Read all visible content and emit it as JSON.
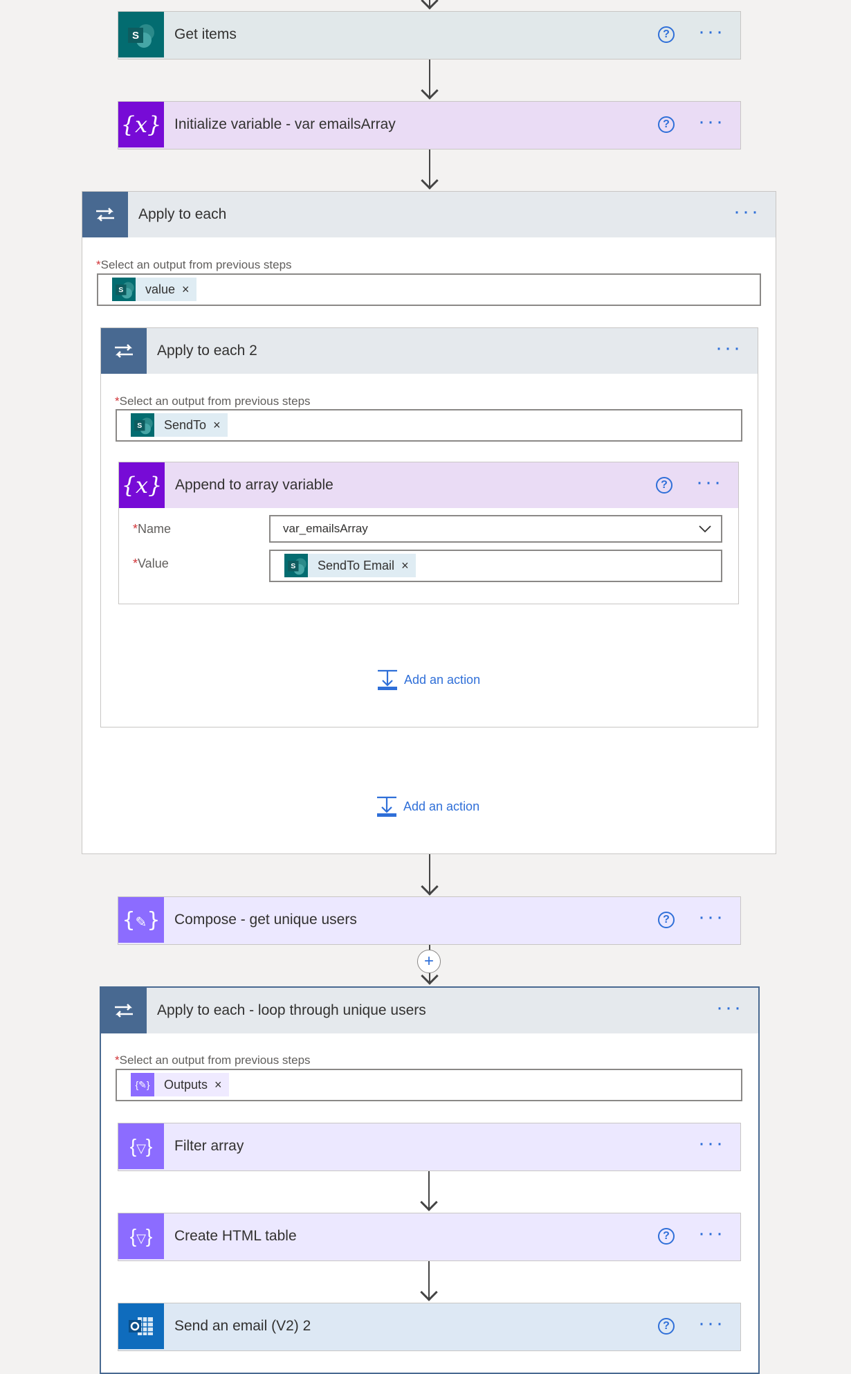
{
  "steps": {
    "get_items": {
      "title": "Get items"
    },
    "init_var": {
      "title": "Initialize variable - var emailsArray"
    },
    "apply_each": {
      "title": "Apply to each",
      "select_label": "Select an output from previous steps",
      "token": "value",
      "inner": {
        "title": "Apply to each 2",
        "select_label": "Select an output from previous steps",
        "token": "SendTo",
        "append": {
          "title": "Append to array variable",
          "name_label": "Name",
          "name_value": "var_emailsArray",
          "value_label": "Value",
          "value_token": "SendTo Email"
        },
        "add_action": "Add an action"
      },
      "add_action": "Add an action"
    },
    "compose": {
      "title": "Compose - get unique users"
    },
    "apply_unique": {
      "title": "Apply to each - loop through unique users",
      "select_label": "Select an output from previous steps",
      "token": "Outputs",
      "filter": {
        "title": "Filter array"
      },
      "html_table": {
        "title": "Create HTML table"
      },
      "send_email": {
        "title": "Send an email (V2) 2"
      }
    }
  },
  "ui": {
    "required_star": "*",
    "help_glyph": "?",
    "more_glyph": "···",
    "remove_glyph": "×",
    "plus_glyph": "+",
    "sp_letter": "S"
  },
  "colors": {
    "sharepoint": "#036c70",
    "variable": "#770bd6",
    "loop": "#486991",
    "compose": "#8c6cff",
    "outlook": "#0f6cbd",
    "link": "#2f6fd8"
  }
}
